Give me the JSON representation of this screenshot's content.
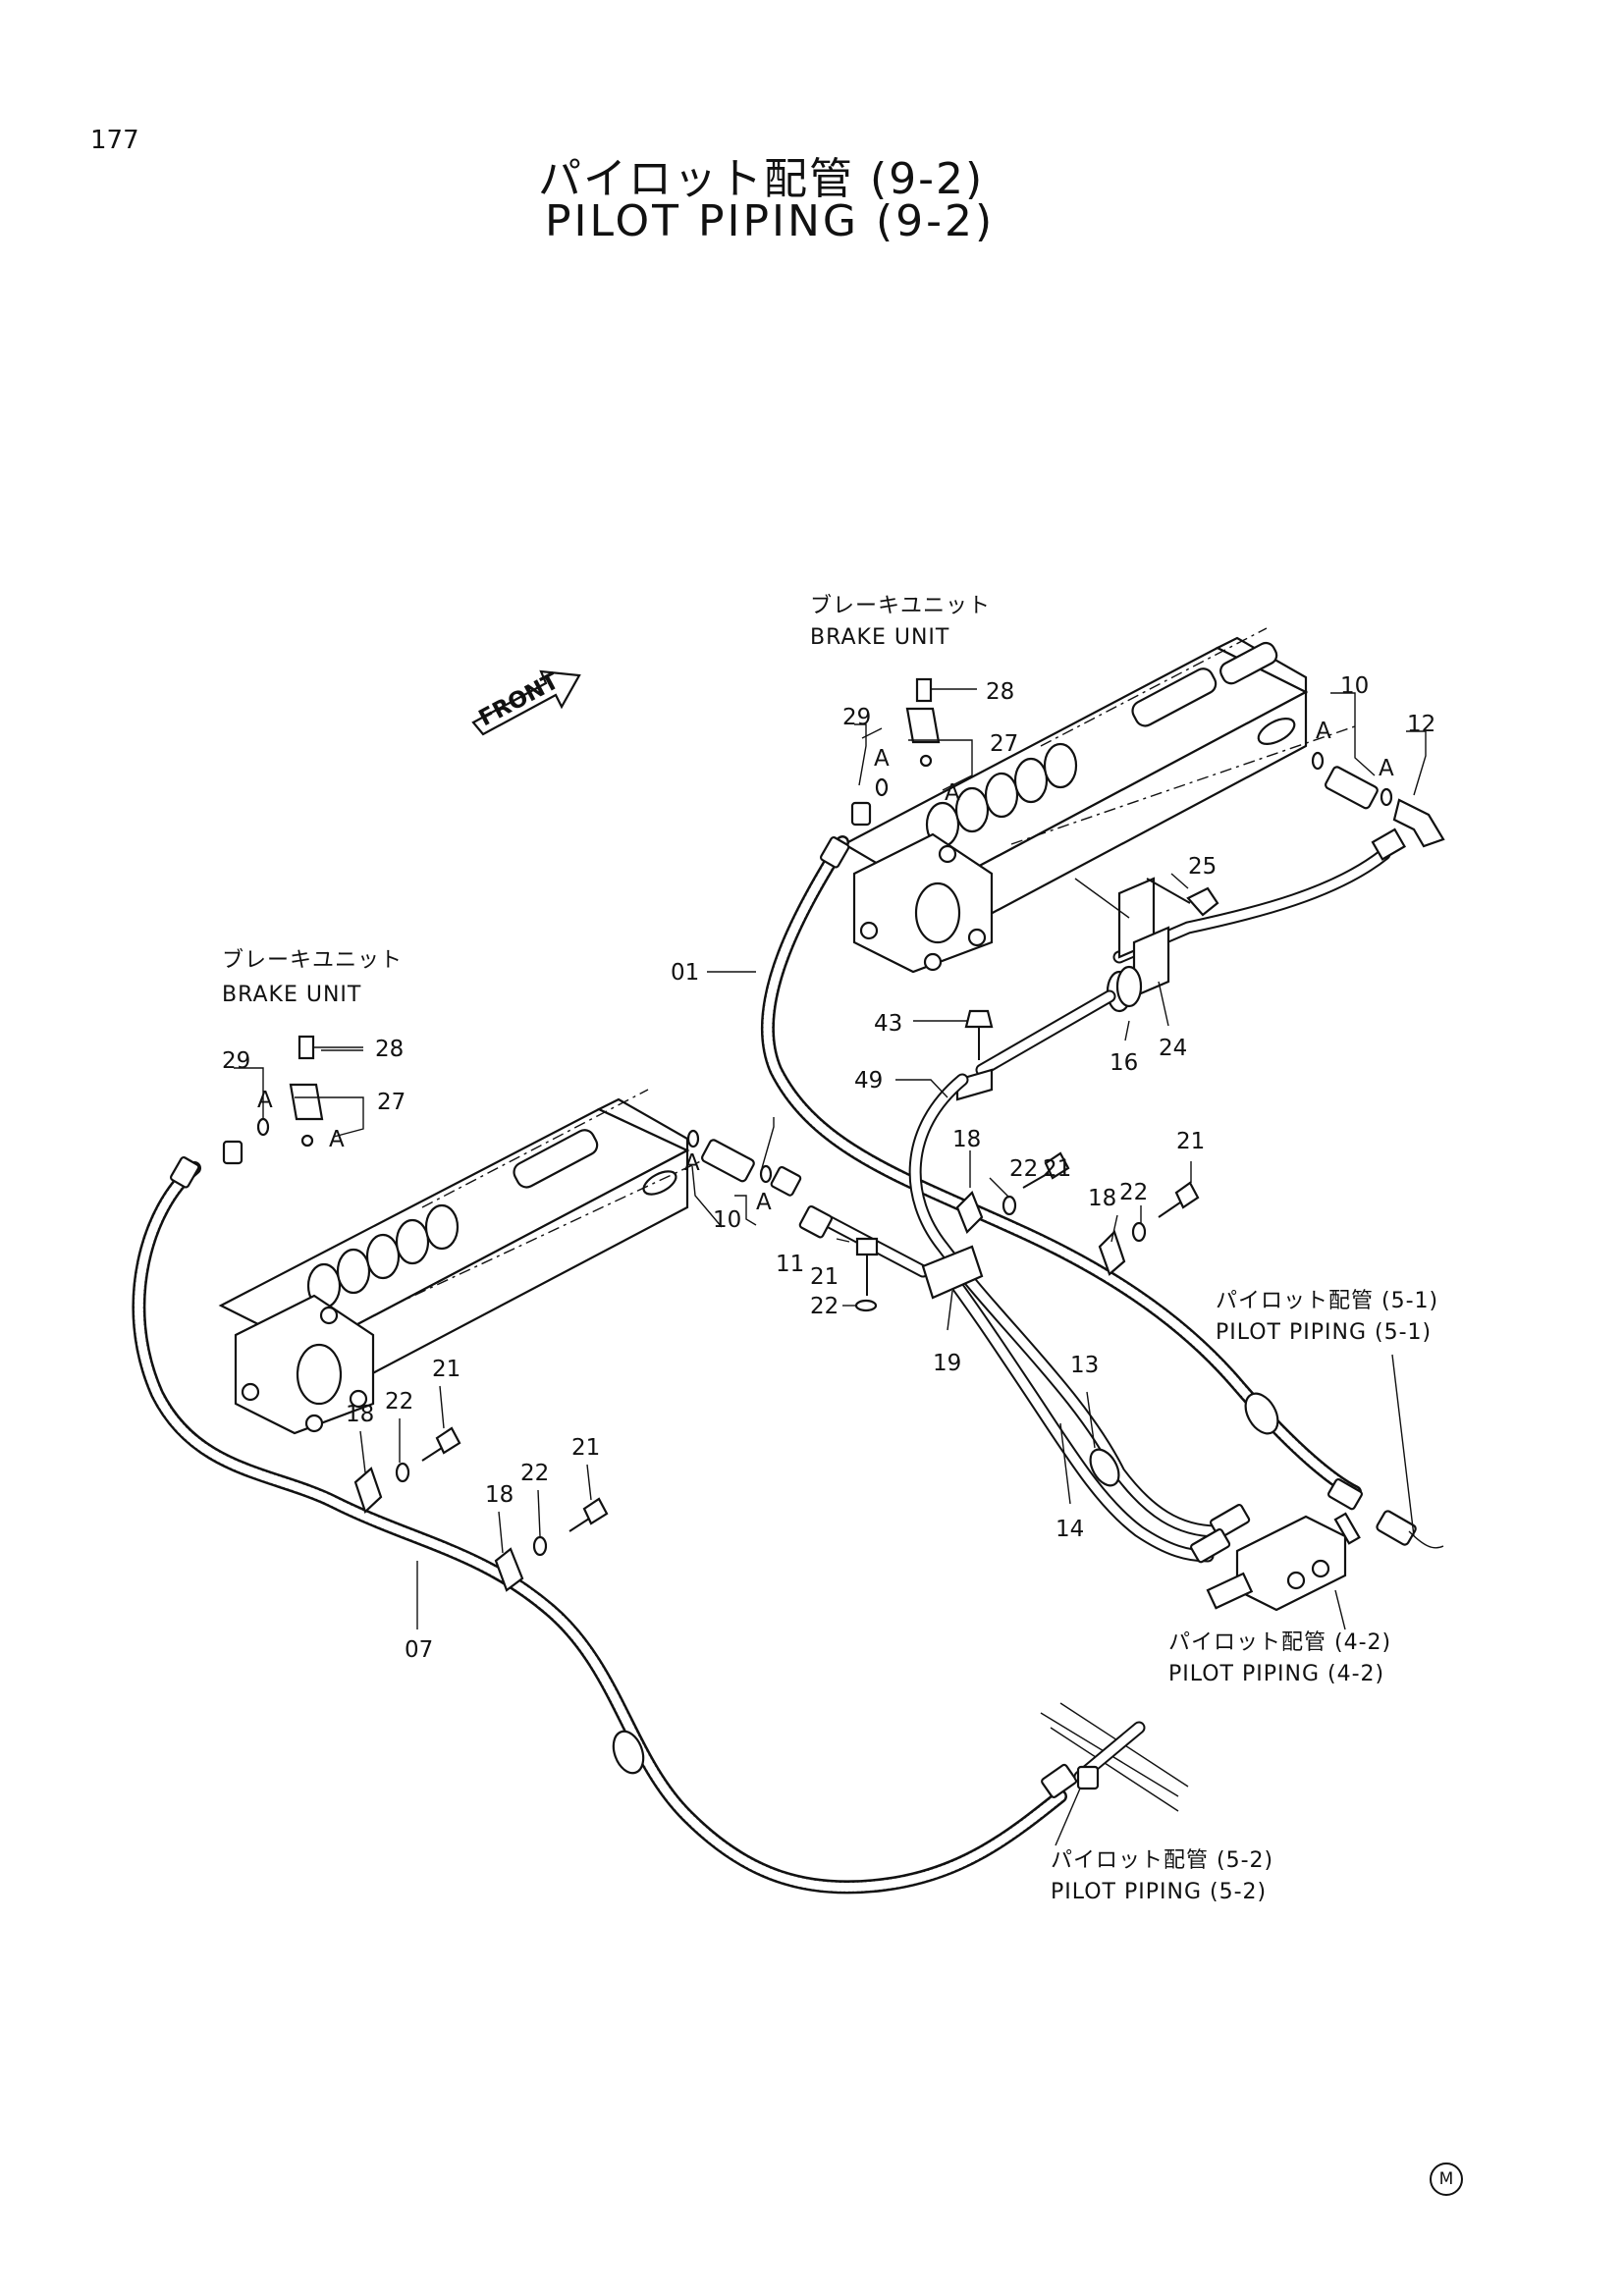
{
  "page_number": "177",
  "title_jp": "パイロット配管 (9-2)",
  "title_en": "PILOT PIPING (9-2)",
  "front_label": "FRONT",
  "brake_unit_right": {
    "jp": "ブレーキユニット",
    "en": "BRAKE UNIT"
  },
  "brake_unit_left": {
    "jp": "ブレーキユニット",
    "en": "BRAKE UNIT"
  },
  "ref_5_1": {
    "jp": "パイロット配管 (5-1)",
    "en": "PILOT PIPING (5-1)"
  },
  "ref_4_2": {
    "jp": "パイロット配管 (4-2)",
    "en": "PILOT PIPING (4-2)"
  },
  "ref_5_2": {
    "jp": "パイロット配管 (5-2)",
    "en": "PILOT PIPING (5-2)"
  },
  "detail_marker": "A",
  "parts": {
    "p01": "01",
    "p07": "07",
    "p10": "10",
    "p11": "11",
    "p12": "12",
    "p13": "13",
    "p14": "14",
    "p16": "16",
    "p18": "18",
    "p19": "19",
    "p21": "21",
    "p22": "22",
    "p24": "24",
    "p25": "25",
    "p27": "27",
    "p28": "28",
    "p29": "29",
    "p43": "43",
    "p49": "49"
  },
  "manual_mark": "M"
}
